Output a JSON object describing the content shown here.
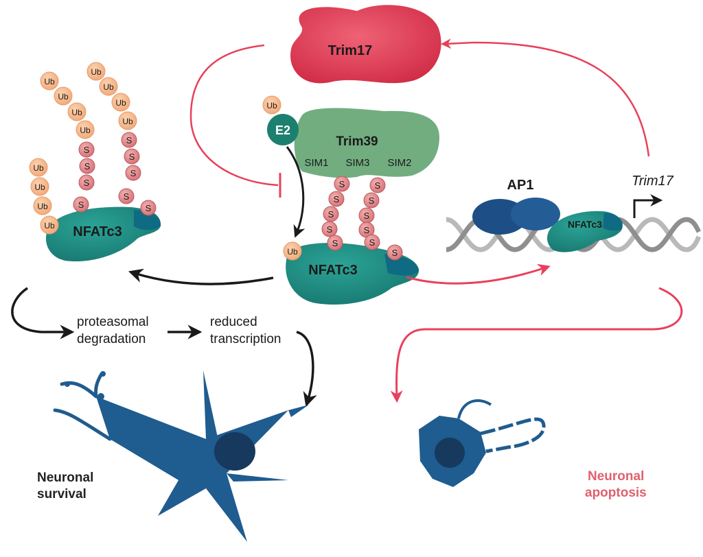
{
  "labels": {
    "trim17": "Trim17",
    "trim39": "Trim39",
    "sim1": "SIM1",
    "sim3": "SIM3",
    "sim2": "SIM2",
    "e2": "E2",
    "ub": "Ub",
    "s": "S",
    "nfatc3": "NFATc3",
    "ap1": "AP1",
    "trim17_gene": "Trim17",
    "proteasomal_line1": "proteasomal",
    "proteasomal_line2": "degradation",
    "reduced_line1": "reduced",
    "reduced_line2": "transcription",
    "survival_line1": "Neuronal",
    "survival_line2": "survival",
    "apoptosis_line1": "Neuronal",
    "apoptosis_line2": "apoptosis"
  },
  "colors": {
    "red_arrow": "#e8405a",
    "black_arrow": "#1a1a1a",
    "trim17": "#e23a52",
    "trim39": "#6fae7d",
    "nfatc3": "#1f8f86",
    "e2": "#1c7f6f",
    "sumo": "#e98d8f",
    "ub": "#f7b98a",
    "ap1": "#1d4f86",
    "neuron": "#1f5c8f",
    "apoptosis_text": "#e0606e",
    "survival_text": "#222222"
  }
}
